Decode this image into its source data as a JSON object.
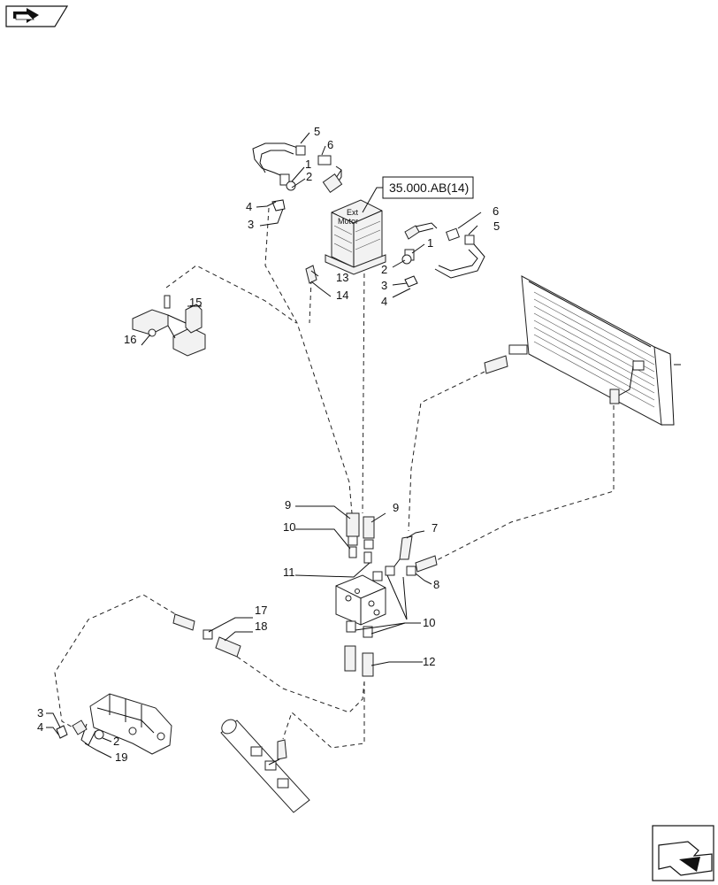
{
  "reference_box": {
    "label": "35.000.AB(14)"
  },
  "motor_text": {
    "line1": "Ext",
    "line2": "Motor"
  },
  "callouts": [
    {
      "id": "c-5-top",
      "text": "5"
    },
    {
      "id": "c-6-top",
      "text": "6"
    },
    {
      "id": "c-1-top",
      "text": "1"
    },
    {
      "id": "c-2-top",
      "text": "2"
    },
    {
      "id": "c-4-top",
      "text": "4"
    },
    {
      "id": "c-3-top",
      "text": "3"
    },
    {
      "id": "c-6-right",
      "text": "6"
    },
    {
      "id": "c-5-right",
      "text": "5"
    },
    {
      "id": "c-1-right",
      "text": "1"
    },
    {
      "id": "c-2-right",
      "text": "2"
    },
    {
      "id": "c-3-right",
      "text": "3"
    },
    {
      "id": "c-4-right",
      "text": "4"
    },
    {
      "id": "c-13",
      "text": "13"
    },
    {
      "id": "c-14",
      "text": "14"
    },
    {
      "id": "c-15",
      "text": "15"
    },
    {
      "id": "c-16",
      "text": "16"
    },
    {
      "id": "c-9-left",
      "text": "9"
    },
    {
      "id": "c-9-right",
      "text": "9"
    },
    {
      "id": "c-7",
      "text": "7"
    },
    {
      "id": "c-10-top",
      "text": "10"
    },
    {
      "id": "c-11",
      "text": "11"
    },
    {
      "id": "c-8",
      "text": "8"
    },
    {
      "id": "c-10-bottom",
      "text": "10"
    },
    {
      "id": "c-17",
      "text": "17"
    },
    {
      "id": "c-18",
      "text": "18"
    },
    {
      "id": "c-12",
      "text": "12"
    },
    {
      "id": "c-3-bottom",
      "text": "3"
    },
    {
      "id": "c-4-bottom",
      "text": "4"
    },
    {
      "id": "c-2-bottom",
      "text": "2"
    },
    {
      "id": "c-19",
      "text": "19"
    }
  ]
}
